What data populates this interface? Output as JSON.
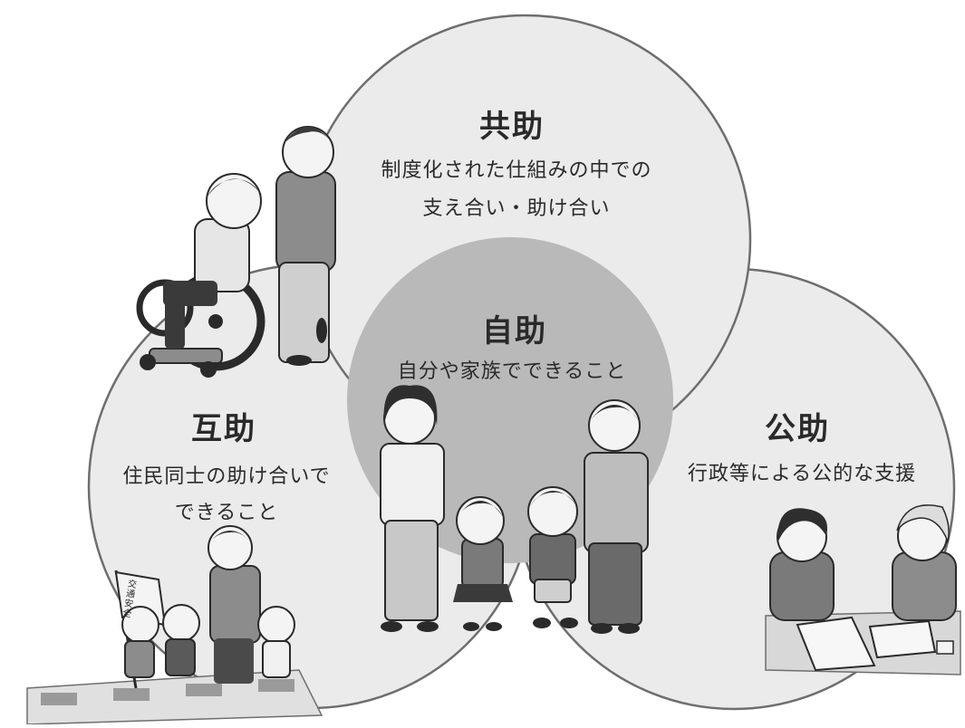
{
  "diagram": {
    "kyojo": {
      "title": "共助",
      "line1": "制度化された仕組みの中での",
      "line2": "支え合い・助け合い"
    },
    "jijo": {
      "title": "自助",
      "line1": "自分や家族でできること"
    },
    "gojo": {
      "title": "互助",
      "line1": "住民同士の助け合いで",
      "line2": "できること"
    },
    "kojo": {
      "title": "公助",
      "line1": "行政等による公的な支援"
    },
    "sign_text": "交通安全"
  },
  "colors": {
    "outer_circle_fill": "#ebebeb",
    "outer_circle_stroke": "#6e6e6e",
    "center_circle_fill": "#b9b9b9",
    "text": "#2a2a2a"
  }
}
